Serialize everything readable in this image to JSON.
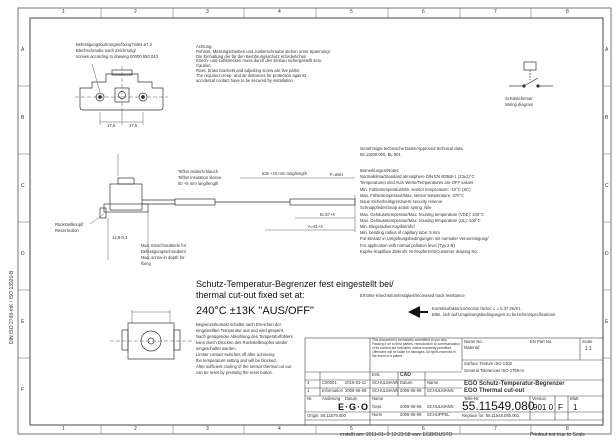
{
  "grid": {
    "top": [
      "1",
      "2",
      "3",
      "4",
      "5",
      "6",
      "7",
      "8"
    ],
    "bottom": [
      "1",
      "2",
      "3",
      "4",
      "5",
      "6",
      "7",
      "8"
    ],
    "left": [
      "A",
      "B",
      "C",
      "D",
      "E",
      "F"
    ],
    "right": [
      "A",
      "B",
      "C",
      "D",
      "E",
      "F"
    ]
  },
  "fixing": {
    "label": "Befestigungsbohrungen/fixing holes ø7,2",
    "line2": "Blechschraube nach Zeichnung/",
    "line3": "screws according to drawing 00000 550.043",
    "dim_left": "17,5",
    "dim_right": "17,5"
  },
  "caution": {
    "lines": [
      "Achtung:",
      "Rohniet, Messingscheiben und Justierschraube stehen unter Spannung!",
      "Die Einhaltung der für den Berührungsschutz erforderlichen",
      "Kriech- und Luftstrecken muss durch den Einbau sichergestellt sein.",
      "Caution:",
      "Rivet, brass brackets and adjusting screw are live parts!",
      "The required creep- and air distances for protection against",
      "accidental contact have to be secured by installation."
    ]
  },
  "schematic": {
    "line1": "Schaltschema/",
    "line2": "Wiring diagram"
  },
  "tube": {
    "lines": [
      "Teflon Isolierschlauch",
      "Teflon insulation sleeve",
      "50 +5 mm lang/length"
    ],
    "capillary_len": "530 +10 mm lang/length",
    "f_dim": "F=ø5H",
    "b_dim": "B=57+4",
    "a_dim": "A=91+4"
  },
  "reset": {
    "l1": "Rückstellknopf/",
    "l2": "Reset button"
  },
  "screw_depth": {
    "l1": "Max. Einschraubtiefe für",
    "l2": "Befestigungsschrauben/",
    "l3": "Max. screw-in depth for",
    "l4": "fixing",
    "dim": "12,8-0,3"
  },
  "approval": {
    "l1": "Genehmigte technische Daten/Approved technical data:",
    "l2": "55.11500.000, BL 901"
  },
  "remarks": {
    "lines": [
      "Bemerkungen/Notes:",
      "Normalklima/Standard atmosphere DIN EN 60068-1 (23±2)°C",
      "Temperaturen sind AUS Werte/Temperatures are OFF values",
      "Min. Fühlertemperatur/Min. sensor temperature: -10°C (SC)",
      "Max. Fühlertemperatur/Max. sensor temperature: 370°C",
      "Issue Sicherheitsgrenzwert/ security reserve",
      "Schnappfeder/Snap action spring: Nile",
      "Max. Gehäusetemperatur/Max. housing temperature (VDE): 100°C",
      "Max. Gehäusetemperatur/Max. housing temperature (UL): 100°C",
      "Min. Biegeradius Kapillarrohr/",
      "Min. bending radius of capillary tube: 5 mm",
      "Für Einsatz in Umgebungsbedingungen mit normaler Verunreinigung/",
      "For application with normal pollution level (Typ 2 B)",
      "Kupfer-/Kapillare Zinkrohr Ni-/Kupferrohr/Customer drawing No:"
    ]
  },
  "creep": {
    "l1": "Erhöhte Kriechstromfestigkeit/Increased track resistance"
  },
  "corr": {
    "l1": "Korrekturfaktor/correction factor: c = 0,37 3K/K1",
    "l2": "Bitte, sich auf Umgebungsbedingungen zu beziehen/specifications"
  },
  "main_title": {
    "l1": "Schutz-Temperatur-Begrenzer fest eingestellt bei/",
    "l2": "thermal cut-out fixed set at:",
    "temp": "240°C ±13K \"AUS/OFF\""
  },
  "warn": {
    "lines": [
      "Begrenzerkontakt schaltet nach Erreichen der",
      "eingestellten Temperatur aus und wird gesperrt.",
      "Nach genügender Abkühlung des Temperaturfühlers",
      "kann durch Drücken des Rückstellknopfes wieder",
      "eingeschaltet werden.",
      "Limiter contact switches off after achieving",
      "the temperature setting and will be blocked.",
      "After sufficient cooling of the sensor thermal cut out",
      "can be reset by pressing the reset button."
    ]
  },
  "side_text": "DIN ISO 2768-mK / ISO 13920-B",
  "tb": {
    "notice": "This document is exclusively committed to you only. Passing it on to third parties, reproduction or communication of its content are forbidden unless expressly permitted. Offenders will be liable for damages. All rights reserved in the event of a patent.",
    "name_lbl": "Name No.",
    "name": "Material:",
    "en_lbl": "EN Part No.",
    "scale_lbl": "Scale",
    "scale": "1:1",
    "sub1": "Surface Texture ISO 1302",
    "sub2": "General Tolerances ISO 2768-m",
    "rev_rows": [
      [
        "3",
        "C00001",
        "2016-01-11",
        "SCHULMANN"
      ],
      [
        "1",
        "Information",
        "2006-06-06",
        "SCHULMANN"
      ],
      [
        "Nr.",
        "Änderung",
        "Datum",
        "Name"
      ]
    ],
    "cad": "CAD",
    "date_lbl": "Datum",
    "name2_lbl": "Name",
    "drawn_lbl": "Erst.",
    "drawn_date": "2006-06-06",
    "drawn_name": "SCHULMANN",
    "check_lbl": "Gepr.",
    "check_date": "2006-06-06",
    "check_name": "SCHULMANN",
    "std_lbl": "Norm",
    "std_date": "2006-06-06",
    "std_name": "SCHUPPEL",
    "title1": "EGO Schutz-Temperatur-Begrenzer",
    "title2": "EGO Thermal cut-out",
    "logo": "E·G·O",
    "part_lbl": "Teile-Nr.",
    "part": "55.11549.080",
    "ver_lbl": "Version",
    "ver": "901 0",
    "fmt": "F",
    "sheet_lbl": "Blatt",
    "sheet": "1",
    "orig_lbl": "Origin: 55.11579.000",
    "repl_lbl": "Replace for: 55.11548.080.001",
    "footer_left": "erstellt am: 2011-01- 2  12:23:58  von: EGBIOUSTO",
    "footer_right": "Printout not true to Scale"
  }
}
